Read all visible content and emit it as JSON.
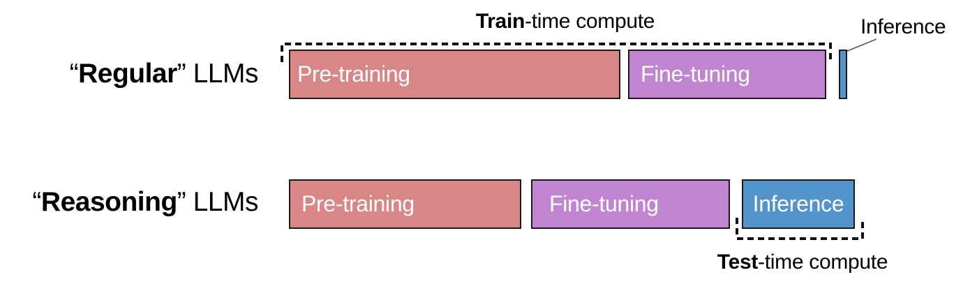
{
  "colors": {
    "pretraining": "#d88786",
    "finetuning": "#c084d0",
    "inference": "#5394cc"
  },
  "rows": [
    {
      "label_open": "“",
      "label_bold": "Regular",
      "label_close": "” LLMs",
      "stages": {
        "pretraining": "Pre-training",
        "finetuning": "Fine-tuning",
        "inference": ""
      },
      "inference_callout": "Inference",
      "bracket": {
        "bold": "Train",
        "rest": "-time compute"
      }
    },
    {
      "label_open": "“",
      "label_bold": "Reasoning",
      "label_close": "” LLMs",
      "stages": {
        "pretraining": "Pre-training",
        "finetuning": "Fine-tuning",
        "inference": "Inference"
      },
      "bracket": {
        "bold": "Test",
        "rest": "-time compute"
      }
    }
  ]
}
